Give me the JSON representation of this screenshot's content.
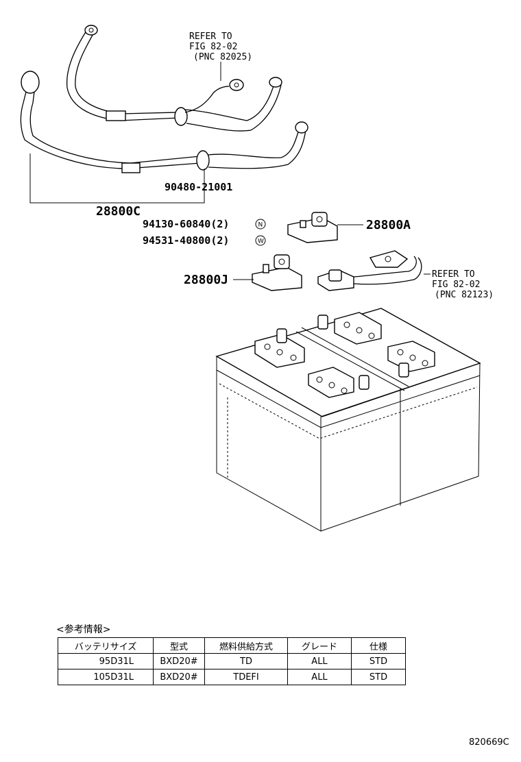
{
  "callouts": {
    "refer1": [
      "REFER TO",
      "FIG 82-02",
      "(PNC 82025)"
    ],
    "refer2": [
      "REFER TO",
      "FIG 82-02",
      "(PNC 82123)"
    ],
    "p_90480": "90480-21001",
    "p_28800C": "28800C",
    "p_94130": "94130-60840(2)",
    "p_94530": "94531-40800(2)",
    "p_28800A": "28800A",
    "p_28800J": "28800J",
    "symbol_n": "N",
    "symbol_w": "W"
  },
  "reference": {
    "title": "<参考情報>",
    "headers": [
      "バッテリサイズ",
      "型式",
      "燃料供給方式",
      "グレード",
      "仕様"
    ],
    "rows": [
      [
        "95D31L",
        "BXD20#",
        "TD",
        "ALL",
        "STD"
      ],
      [
        "105D31L",
        "BXD20#",
        "TDEFI",
        "ALL",
        "STD"
      ]
    ]
  },
  "diagram_code": "820669C"
}
